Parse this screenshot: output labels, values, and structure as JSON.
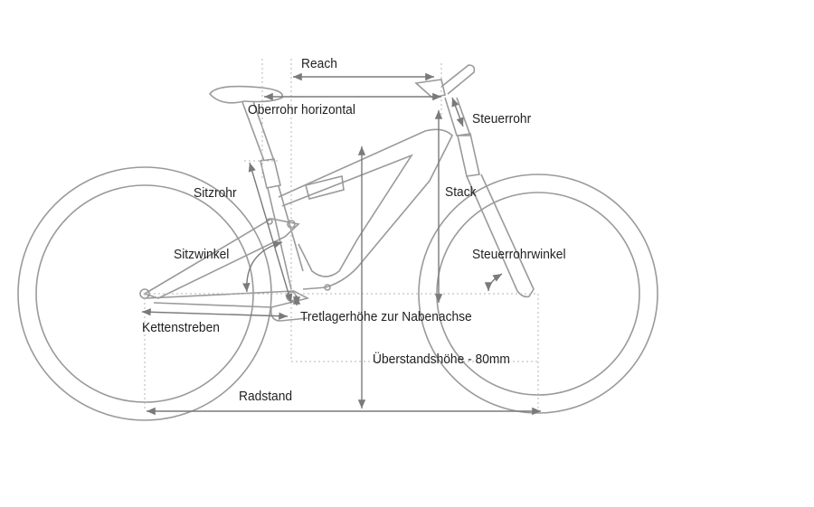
{
  "title": "Bike geometry",
  "labels": {
    "reach": "Reach",
    "top_tube": "Oberrohr horizontal",
    "head_tube": "Steuerrohr",
    "seat_tube": "Sitzrohr",
    "stack": "Stack",
    "seat_angle": "Sitzwinkel",
    "head_angle": "Steuerrohrwinkel",
    "chainstays": "Kettenstreben",
    "bb_drop": "Tretlagerhöhe zur Nabenachse",
    "standover": "Überstandshöhe - 80mm",
    "wheelbase": "Radstand"
  },
  "colors": {
    "line": "#9a9a9a",
    "text": "#222222"
  }
}
